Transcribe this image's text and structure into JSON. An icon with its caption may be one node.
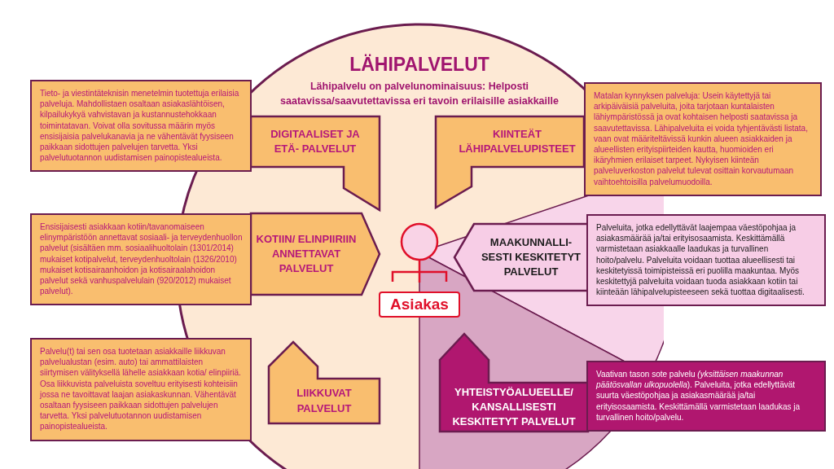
{
  "diagram": {
    "nodes": [
      {
        "text": [
          "LÄHIPALVELUT",
          "Lähipalvelu on palvelunominaisuus: Helposti saatavissa/saavutettavissa eri tavoin erilaisille asiakkaille"
        ]
      },
      {
        "text": [
          "Tieto- ja viestintäteknisin menetelmin tuotettuja erilaisia palveluja. Mahdollistaen osaltaan asiakaslähtöisen, kilpailukykyä vahvistavan ja kustannustehokkaan toimintatavan. Voivat olla sovitussa määrin myös ensisijaisia palvelukanavia ja ne vähentävät fyysiseen paikkaan sidottujen palvelujen tarvetta. Yksi palvelutuotannon uudistamisen painopistealueista."
        ]
      },
      {
        "text": [
          "DIGITAALISET JA ETÄ- PALVELUT"
        ],
        "in": 0
      },
      {
        "text": [
          "KIINTEÄT LÄHIPALVELUPISTEET"
        ],
        "in": 0
      },
      {
        "text": [
          "Matalan kynnyksen palveluja: Usein käytettyjä tai arkipäiväisiä palveluita, joita tarjotaan kuntalaisten lähiympäristössä ja ovat kohtaisen helposti saatavissa ja saavutettavissa. Lähipalveluita ei voida tyhjentävästi listata, vaan ovat määriteltävissä kunkin alueen asiakkaiden ja alueellisten erityispiirteiden kautta, huomioiden eri ikäryhmien erilaiset tarpeet. Nykyisen kiinteän palveluverkoston palvelut tulevat osittain korvautumaan vaihtoehtoisilla palvelumuodoilla."
        ]
      },
      {
        "text": [
          "Ensisijaisesti asiakkaan kotiin/tavanomaiseen elinympäristöön annettavat sosiaali- ja terveydenhuollon palvelut (sisältäen mm. sosiaalihuoltolain (1301/2014) mukaiset kotipalvelut, terveydenhuoltolain (1326/2010) mukaiset kotisairaanhoidon ja kotisairaalahoidon palvelut sekä vanhuspalvelulain (920/2012) mukaiset palvelut)."
        ]
      },
      {
        "text": [
          "KOTIIN/ ELINPIIRIIN ANNETTAVAT PALVELUT"
        ],
        "in": 0
      },
      {
        "text": [
          "MAAKUNNALLI-SESTI KESKITETYT PALVELUT"
        ],
        "in": 0
      },
      {
        "text": [
          "Palveluita, jotka edellyttävät laajempaa väestöpohjaa ja asiakasmäärää ja/tai erityisosaamista. Keskittämällä varmistetaan asiakkaalle laadukas ja turvallinen hoito/palvelu. Palveluita voidaan tuottaa alueellisesti tai keskitetyissä toimipisteissä eri puolilla maakuntaa. Myös keskitettyjä palveluita voidaan tuoda asiakkaan kotiin tai kiinteään lähipalvelupisteeseen sekä tuottaa digitaalisesti."
        ]
      },
      {
        "text": [
          "LIIKKUVAT PALVELUT"
        ],
        "in": 0
      },
      {
        "text": [
          "Palvelu(t) tai sen osa tuotetaan asiakkaille liikkuvan palvelualustan (esim. auto) tai ammattilaisten siirtymisen välityksellä lähelle asiakkaan kotia/ elinpiiriä. Osa liikkuvista palveluista soveltuu erityisesti kohteisiin jossa ne tavoittavat laajan asiakaskunnan. Vähentävät osaltaan fyysiseen paikkaan sidottujen palvelujen tarvetta. Yksi palvelutuotannon uudistamisen painopistealueista."
        ]
      },
      {
        "text": [
          "YHTEISTYÖALUEELLE/ KANSALLISESTI KESKITETYT PALVELUT"
        ],
        "in": 0
      },
      {
        "text": [
          "Vaativan tason sote palvelu *(yksittäisen maakunnan päätösvallan ulkopuolella*). Palveluita, jotka edellyttävät suurta väestöpohjaa ja asiakasmäärää ja/tai erityisosaamista. Keskittämällä varmistetaan laadukas ja turvallinen hoito/palvelu."
        ]
      },
      {
        "text": [
          "Asiakas"
        ],
        "in": 0
      }
    ]
  }
}
